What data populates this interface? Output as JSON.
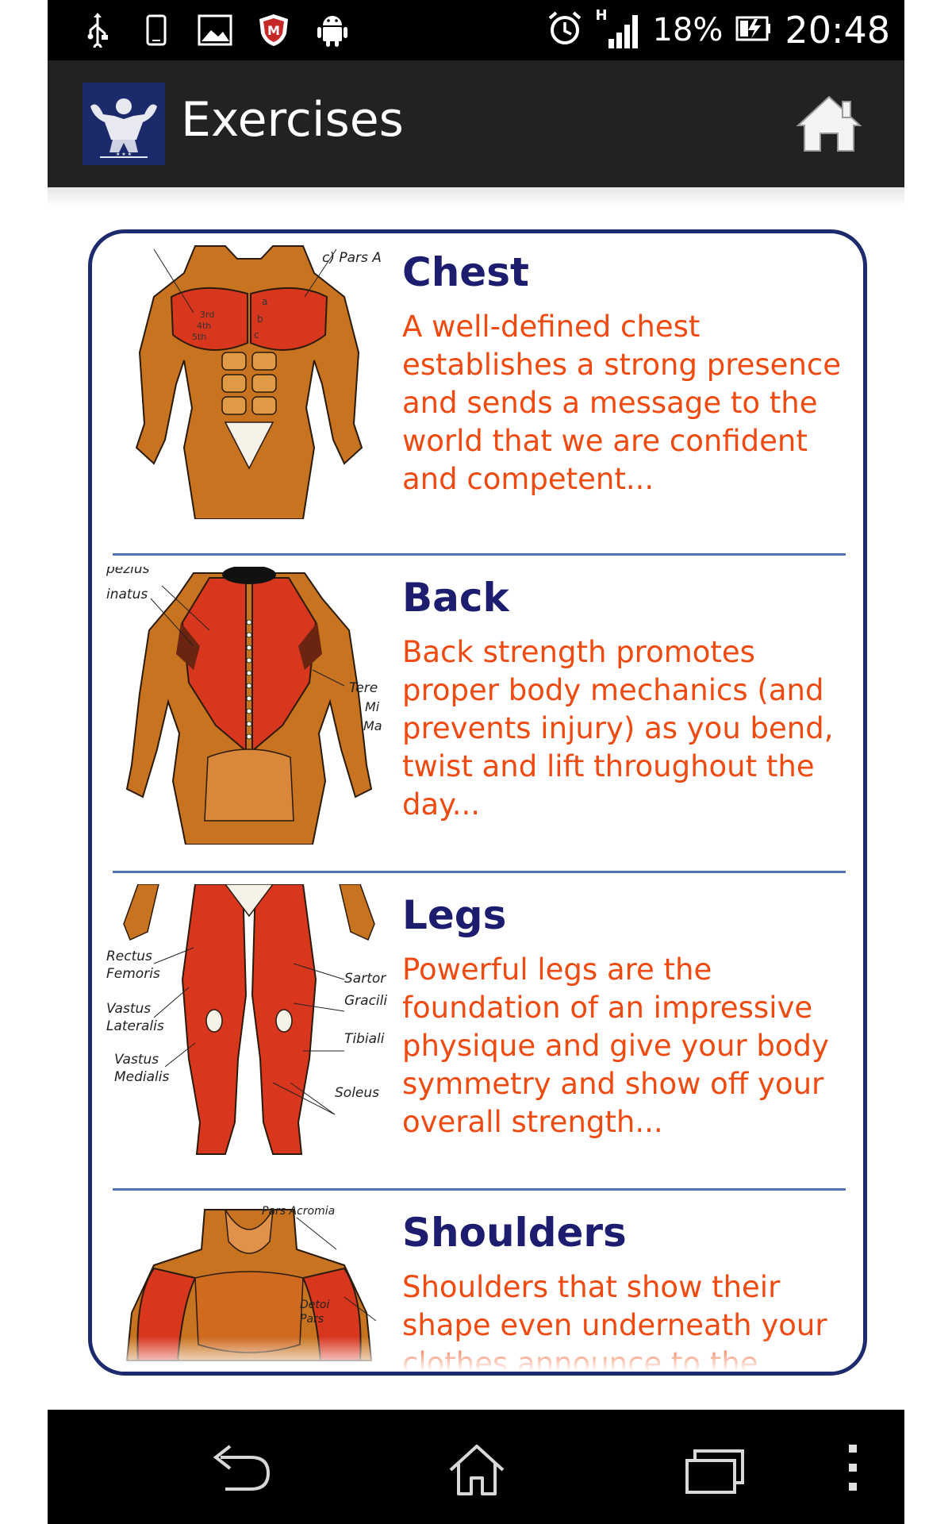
{
  "status_bar": {
    "network_type": "H",
    "battery_percent": "18%",
    "time": "20:48",
    "icons": [
      "usb-icon",
      "phone-icon",
      "gallery-icon",
      "mcafee-icon",
      "android-icon",
      "alarm-icon",
      "signal-icon",
      "battery-icon"
    ]
  },
  "app_bar": {
    "title": "Exercises",
    "icons": [
      "app-logo-icon",
      "home-icon"
    ]
  },
  "exercises": [
    {
      "title": "Chest",
      "description": "A well-defined chest establishes a strong presence and sends a message to the world that we are confident and competent..."
    },
    {
      "title": "Back",
      "description": "Back strength promotes proper body mechanics (and prevents injury) as you bend, twist and lift throughout the day..."
    },
    {
      "title": "Legs",
      "description": "Powerful legs are the foundation of an impressive physique and give your body symmetry and show off your overall strength..."
    },
    {
      "title": "Shoulders",
      "description": "Shoulders that show their shape even underneath your clothes announce to the world"
    }
  ],
  "image_labels": {
    "chest": [
      "c) Pars A",
      "3rd",
      "4th",
      "5th",
      "a",
      "b",
      "c"
    ],
    "back": [
      "pezius",
      "inatus",
      "Tere",
      "Mi",
      "Ma"
    ],
    "legs": [
      "Rectus",
      "Femoris",
      "Vastus",
      "Lateralis",
      "Vastus",
      "Medialis",
      "Sartor",
      "Gracili",
      "Tibiali",
      "Soleus"
    ],
    "shoulders": [
      "Pars Acromia",
      "Detoi",
      "Pars"
    ]
  },
  "nav_bar": {
    "icons": [
      "back-icon",
      "home-nav-icon",
      "recent-apps-icon",
      "overflow-menu-icon"
    ]
  },
  "colors": {
    "title": "#1d1d70",
    "description": "#f04a10",
    "card_border": "#1d2a6e",
    "separator": "#4e74b8",
    "muscle_red": "#d9361e",
    "muscle_orange": "#c96a22"
  }
}
